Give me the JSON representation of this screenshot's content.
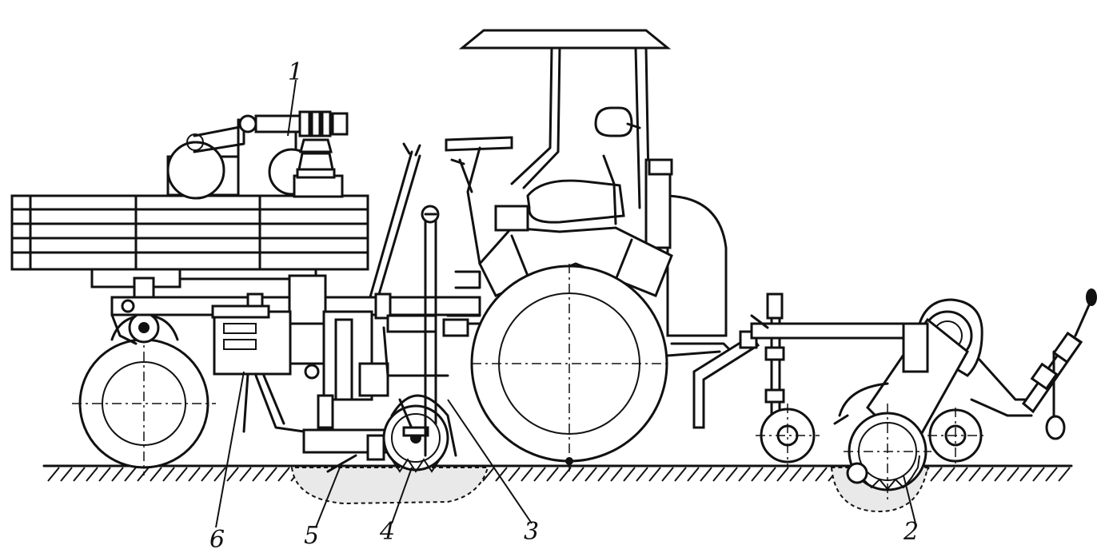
{
  "callouts": [
    {
      "id": "c1",
      "text": "1"
    },
    {
      "id": "c2",
      "text": "2"
    },
    {
      "id": "c3",
      "text": "3"
    },
    {
      "id": "c4",
      "text": "4"
    },
    {
      "id": "c5",
      "text": "5"
    },
    {
      "id": "c6",
      "text": "6"
    }
  ],
  "colors": {
    "ink": "#111111",
    "paper": "#ffffff",
    "soil": "#e9e9e9"
  }
}
